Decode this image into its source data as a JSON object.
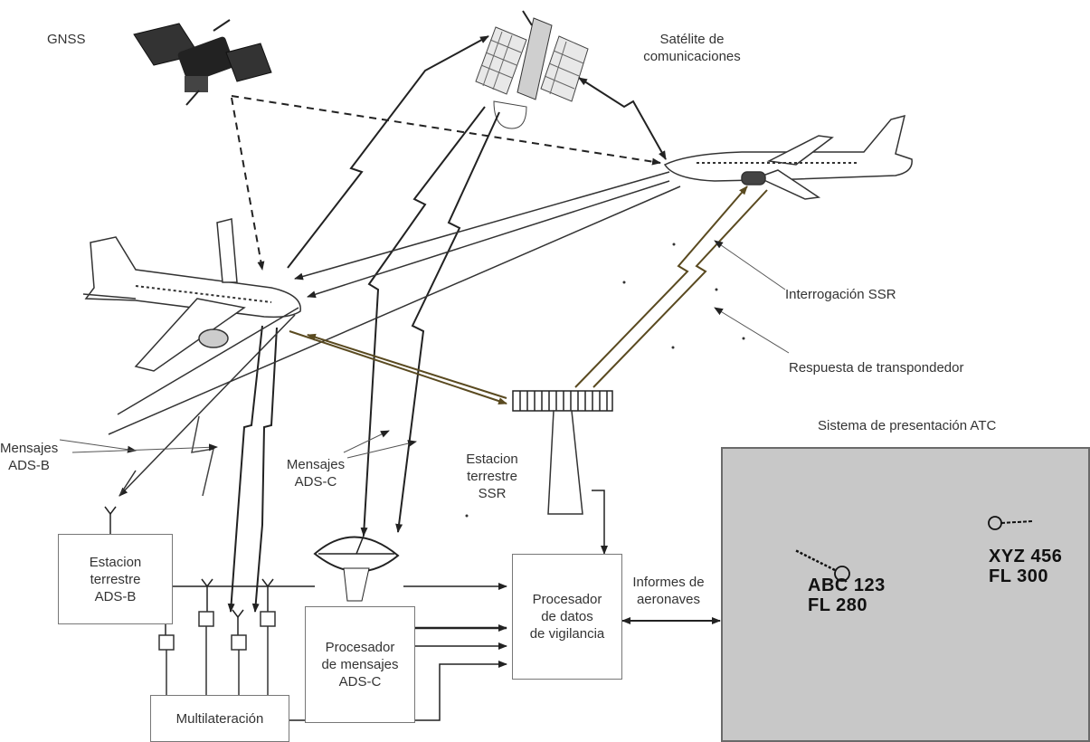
{
  "labels": {
    "gnss": "GNSS",
    "comsat_line1": "Satélite de",
    "comsat_line2": "comunicaciones",
    "ssr_interrogation": "Interrogación  SSR",
    "transponder_reply": "Respuesta de transpondedor",
    "atc_display_title": "Sistema de presentación ATC",
    "adsb_messages_line1": "Mensajes",
    "adsb_messages_line2": "ADS-B",
    "adsc_messages_line1": "Mensajes",
    "adsc_messages_line2": "ADS-C",
    "ssr_station_line1": "Estacion",
    "ssr_station_line2": "terrestre",
    "ssr_station_line3": "SSR",
    "aircraft_reports_line1": "Informes de",
    "aircraft_reports_line2": "aeronaves"
  },
  "boxes": {
    "adsb_station": [
      "Estacion",
      "terrestre",
      "ADS-B"
    ],
    "adsc_processor": [
      "Procesador",
      "de mensajes",
      "ADS-C"
    ],
    "surveillance_processor": [
      "Procesador",
      "de datos",
      "de vigilancia"
    ],
    "multilateration": "Multilateración"
  },
  "targets": [
    {
      "callsign": "XYZ 456",
      "level": "FL  300"
    },
    {
      "callsign": "ABC 123",
      "level": "FL  280"
    }
  ],
  "colors": {
    "background": "#ffffff",
    "display_fill": "#c8c8c8",
    "line": "#333333",
    "ssr_line": "#7a6a40"
  }
}
